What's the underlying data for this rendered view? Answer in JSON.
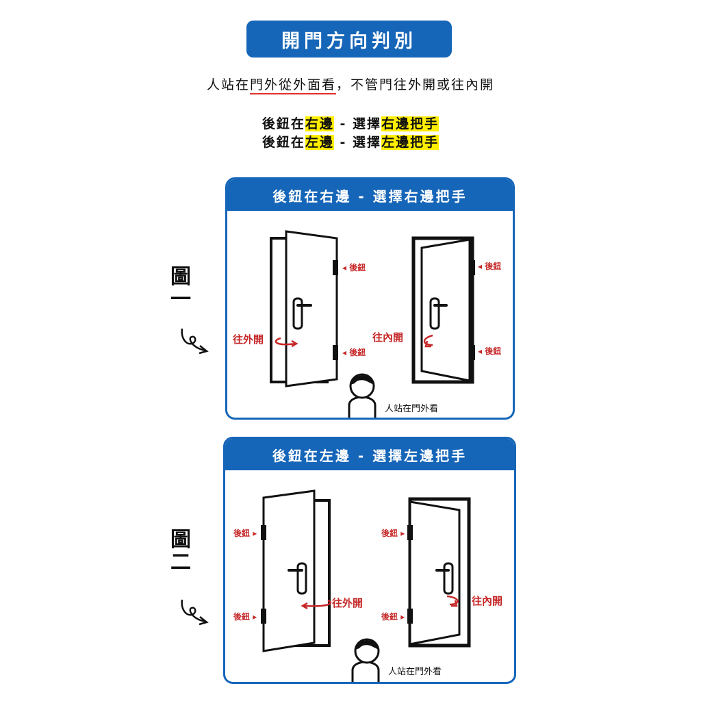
{
  "header": {
    "title": "開門方向判別",
    "subtitle_pre": "人站在",
    "subtitle_ul": "門外從外面看",
    "subtitle_post": "，不管門往外開或往內開"
  },
  "rules": [
    {
      "pre": "後鈕在",
      "side": "右邊",
      "mid": " - 選擇",
      "choice": "右邊把手"
    },
    {
      "pre": "後鈕在",
      "side": "左邊",
      "mid": " - 選擇",
      "choice": "左邊把手"
    }
  ],
  "figures": [
    {
      "label_1": "圖",
      "label_2": "一",
      "panel_title": "後鈕在右邊 - 選擇右邊把手",
      "left_door_label": "往外開",
      "right_door_label": "往內開",
      "hinge_label": "後鈕",
      "person_label": "人站在門外看"
    },
    {
      "label_1": "圖",
      "label_2": "二",
      "panel_title": "後鈕在左邊 - 選擇左邊把手",
      "left_door_label": "往外開",
      "right_door_label": "往內開",
      "hinge_label": "後鈕",
      "person_label": "人站在門外看"
    }
  ],
  "colors": {
    "brand_blue": "#1565b8",
    "accent_red": "#c62828",
    "highlight": "#ffee00"
  }
}
